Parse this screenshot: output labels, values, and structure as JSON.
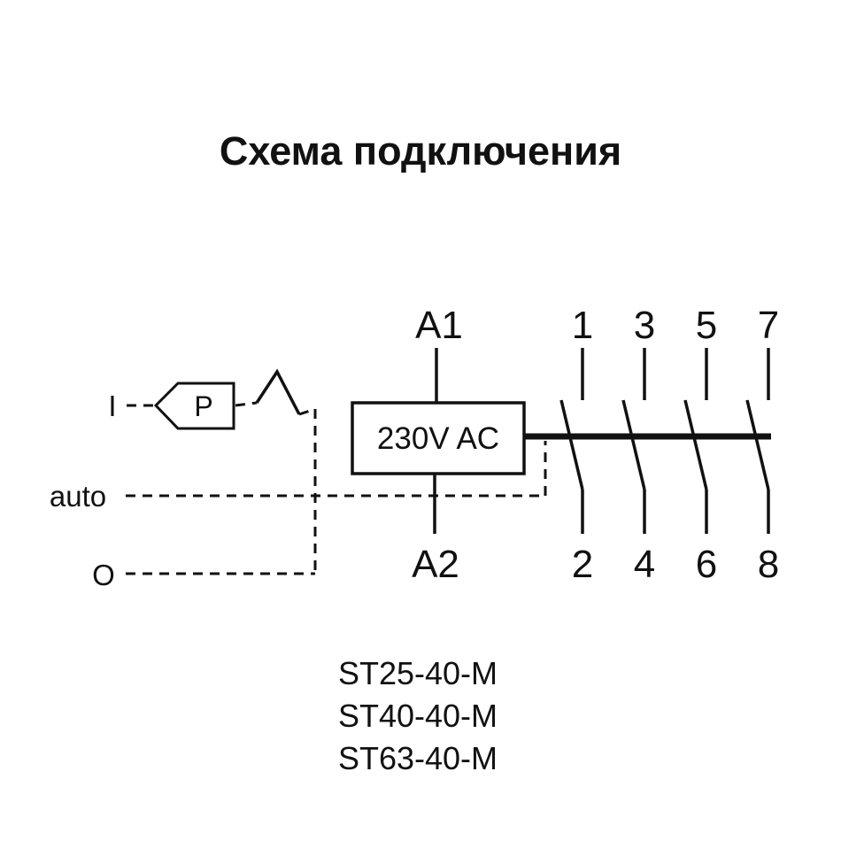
{
  "title": "Схема подключения",
  "coil": {
    "voltage_label": "230V AC",
    "terminal_top": "A1",
    "terminal_bottom": "A2"
  },
  "contacts": {
    "top": [
      "1",
      "3",
      "5",
      "7"
    ],
    "bottom": [
      "2",
      "4",
      "6",
      "8"
    ]
  },
  "controls": {
    "on_label": "I",
    "button_label": "P",
    "auto_label": "auto",
    "off_label": "O"
  },
  "models": [
    "ST25-40-M",
    "ST40-40-M",
    "ST63-40-M"
  ],
  "colors": {
    "line": "#111111",
    "background": "#ffffff"
  }
}
